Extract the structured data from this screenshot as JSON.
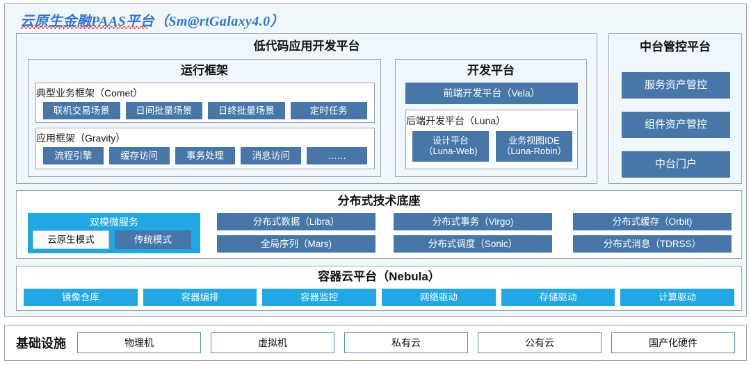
{
  "platform": {
    "title": "云原生金融PAAS平台（Sm@rtGalaxy4.0）"
  },
  "lowcode": {
    "title": "低代码应用开发平台",
    "runtime": {
      "title": "运行框架",
      "comet": {
        "title": "典型业务框架（Comet）",
        "items": [
          "联机交易场景",
          "日间批量场景",
          "日终批量场景",
          "定时任务"
        ]
      },
      "gravity": {
        "title": "应用框架（Gravity）",
        "items": [
          "流程引擎",
          "缓存访问",
          "事务处理",
          "消息访问",
          "……"
        ]
      }
    },
    "devplatform": {
      "title": "开发平台",
      "frontend": "前端开发平台（Vela）",
      "backend": {
        "title": "后端开发平台（Luna）",
        "items": [
          "设计平台\n（Luna-Web)",
          "业务视图IDE\n（Luna-Robin）"
        ]
      }
    }
  },
  "midmgmt": {
    "title": "中台管控平台",
    "items": [
      "服务资产管控",
      "组件资产管控",
      "中台门户"
    ]
  },
  "distributed": {
    "title": "分布式技术底座",
    "dualmode": {
      "title": "双模微服务",
      "items": [
        "云原生模式",
        "传统模式"
      ]
    },
    "col1": [
      "分布式数据（Libra）",
      "全局序列（Mars)"
    ],
    "col2": [
      "分布式事务（Virgo)",
      "分布式调度（Sonic）"
    ],
    "col3": [
      "分布式缓存（Orbit)",
      "分布式消息（TDRSS）"
    ]
  },
  "nebula": {
    "title": "容器云平台（Nebula）",
    "items": [
      "镜像仓库",
      "容器编排",
      "容器监控",
      "网络驱动",
      "存储驱动",
      "计算驱动"
    ]
  },
  "infrastructure": {
    "label": "基础设施",
    "items": [
      "物理机",
      "虚拟机",
      "私有云",
      "公有云",
      "国产化硬件"
    ]
  },
  "colors": {
    "steel_blue": "#4677a8",
    "cyan_blue": "#20a8e4",
    "panel_bg": "#eff7fb",
    "title_blue": "#2f74d0",
    "squiggle_red": "#e8382f",
    "border_gray": "#9aa3ab",
    "infra_border_blue": "#4c8fc4"
  }
}
